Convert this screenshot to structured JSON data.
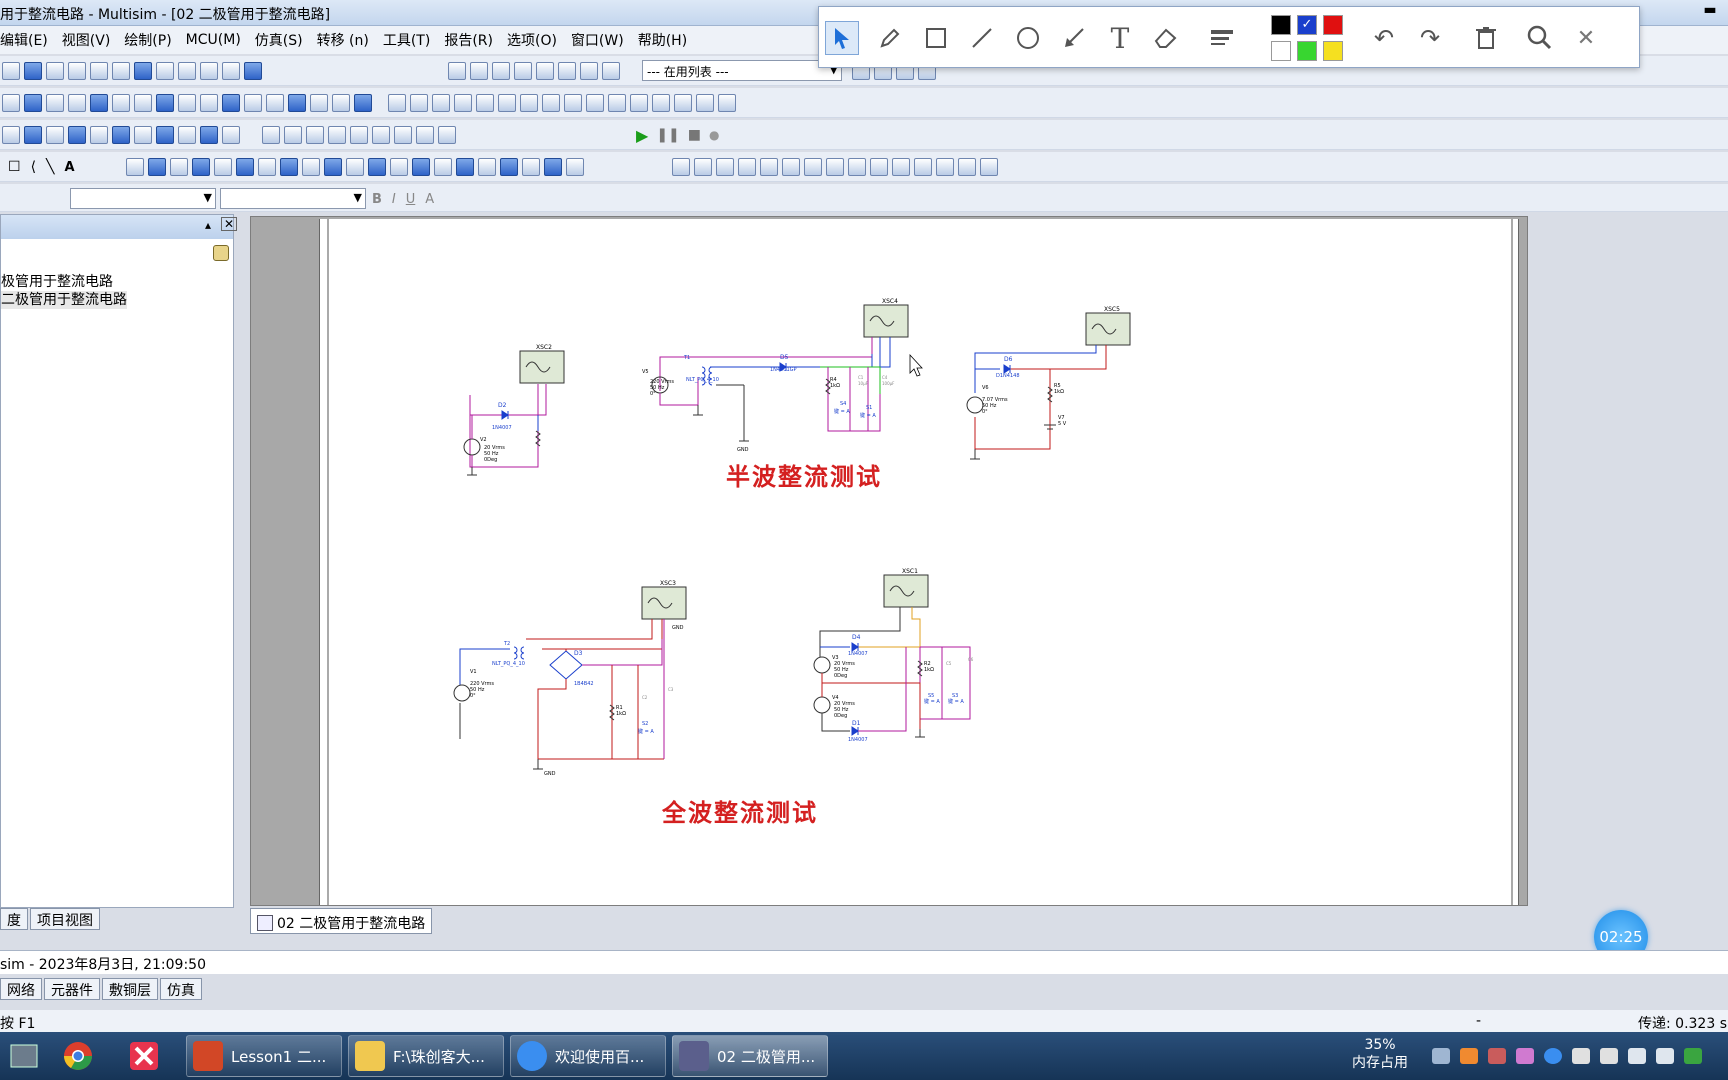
{
  "window": {
    "title": "用于整流电路 - Multisim - [02 二极管用于整流电路]"
  },
  "menu": [
    "编辑(E)",
    "视图(V)",
    "绘制(P)",
    "MCU(M)",
    "仿真(S)",
    "转移 (n)",
    "工具(T)",
    "报告(R)",
    "选项(O)",
    "窗口(W)",
    "帮助(H)"
  ],
  "toolbar": {
    "in_use_list": "--- 在用列表 ---"
  },
  "annotate": {
    "icons": [
      "pointer-icon",
      "pen-icon",
      "rectangle-icon",
      "line-icon",
      "circle-icon",
      "arrow-icon",
      "text-icon",
      "eraser-icon",
      "line-width-icon",
      "undo-icon",
      "redo-icon",
      "trash-icon",
      "zoom-icon",
      "close-icon"
    ],
    "colors": [
      "#000000",
      "#1a3fcc",
      "#e01010",
      "#ffffff",
      "#38d630",
      "#f5e020"
    ]
  },
  "design_panel": {
    "tree": [
      "极管用于整流电路",
      "二极管用于整流电路"
    ]
  },
  "panel_tabs": [
    "度",
    "项目视图"
  ],
  "circuits": {
    "half_wave_title": "半波整流测试",
    "full_wave_title": "全波整流测试",
    "xsc2": "XSC2",
    "xsc4": "XSC4",
    "xsc5": "XSC5",
    "xsc3": "XSC3",
    "xsc1": "XSC1",
    "v2": "V2",
    "v2_spec": "20 Vrms",
    "v2_freq": "50 Hz",
    "v2_phase": "0Deg",
    "d2": "D2",
    "d2_part": "1N4007",
    "v5": "V5",
    "v5_spec": "220 Vrms",
    "v5_freq": "50 Hz",
    "v5_phase": "0°",
    "t1": "T1",
    "t1_part": "NLT_PQ_4_10",
    "d5": "D5",
    "d5_part": "1N4001GP",
    "r4": "R4",
    "r4_val": "1kΩ",
    "c1": "C1",
    "c1_val": "10µF",
    "c4": "C4",
    "c4_val": "100µF",
    "s4": "S4",
    "s1": "S1",
    "key_a": "键 = A",
    "gnd": "GND",
    "d6": "D6",
    "d6_part": "D1N4148",
    "v6": "V6",
    "v6_spec": "7.07 Vrms",
    "v6_freq": "50 Hz",
    "v6_phase": "0°",
    "r5": "R5",
    "r5_val": "1kΩ",
    "v7": "V7",
    "v7_val": "5 V",
    "t2": "T2",
    "t2_part": "NLT_PQ_4_10",
    "d3": "D3",
    "d3_part": "1B4B42",
    "v1": "V1",
    "v1_spec": "220 Vrms",
    "v1_freq": "50 Hz",
    "v1_phase": "0°",
    "r1": "R1",
    "r1_val": "1kΩ",
    "c2": "C2",
    "c3": "C3",
    "s2": "S2",
    "v3": "V3",
    "v4": "V4",
    "v_spec": "20 Vrms",
    "v_freq": "50 Hz",
    "v_phase": "0Deg",
    "d4": "D4",
    "d1": "D1",
    "d_part": "1N4007",
    "r2": "R2",
    "r2_val": "1kΩ",
    "c5": "C5",
    "c6": "C6",
    "s5": "S5",
    "s3": "S3"
  },
  "doc_tab": "02 二极管用于整流电路",
  "timer": "02:25",
  "log": "sim  -  2023年8月3日, 21:09:50",
  "bottom_tabs": [
    "网络",
    "元器件",
    "敷铜层",
    "仿真"
  ],
  "status": {
    "help": "按 F1",
    "dash": "-",
    "transfer": "传递: 0.323 s"
  },
  "taskbar": {
    "tasks": [
      "Lesson1 二...",
      "F:\\珠创客大...",
      "欢迎使用百...",
      "02 二极管用..."
    ],
    "mem_percent": "35%",
    "mem_label": "内存占用"
  }
}
